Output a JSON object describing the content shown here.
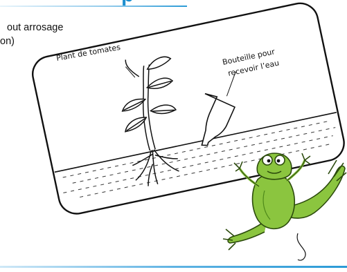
{
  "heading": {
    "fragment": "p"
  },
  "body_text": {
    "line1": "out arrosage",
    "line2": "on)"
  },
  "illustration": {
    "plant_label": "Plant de tomates",
    "bottle_label_line1": "Bouteille pour",
    "bottle_label_line2": "recevoir l’eau"
  },
  "colors": {
    "accent_blue": "#1d8fcf",
    "frog_green": "#8bc53f",
    "frog_dark_green": "#4f8a1a",
    "outline": "#111111"
  }
}
